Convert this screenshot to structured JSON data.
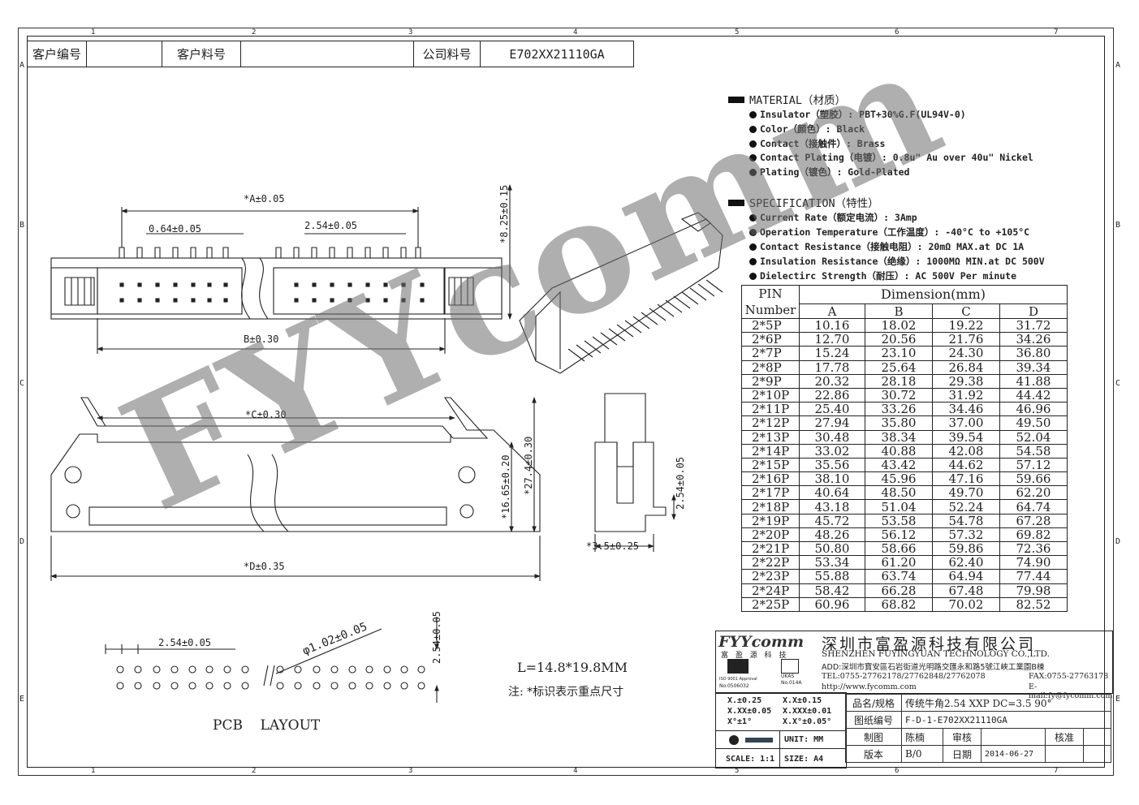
{
  "zones_h": [
    "1",
    "2",
    "3",
    "4",
    "5",
    "6",
    "7"
  ],
  "zones_v": [
    "A",
    "B",
    "C",
    "D",
    "E"
  ],
  "header": {
    "customer_no_label": "客户编号",
    "customer_no": "",
    "customer_part_label": "客户料号",
    "customer_part": "",
    "company_part_label": "公司料号",
    "company_part": "E702XX21110GA"
  },
  "material": {
    "title": "MATERIAL（材质）",
    "items": [
      "Insulator（塑胶）: PBT+30%G.F(UL94V-0)",
      "Color（颜色）: Black",
      "Contact（接触件）: Brass",
      "Contact Plating（电镀）: 0.8u\" Au  over 40u\" Nickel",
      "Plating（镀色）: Gold-Plated"
    ]
  },
  "specification": {
    "title": "SPECIFICATION（特性）",
    "items": [
      "Current Rate（额定电流）:  3Amp",
      "Operation Temperature（工作温度）: -40°C to +105°C",
      "Contact Resistance（接触电阻）: 20mΩ MAX.at DC 1A",
      "Insulation Resistance（绝缘）: 1000MΩ MIN.at DC 500V",
      "Dielectirc Strength（耐压）: AC 500V Per minute"
    ]
  },
  "dimension_table": {
    "pin_header_line1": "PIN",
    "pin_header_line2": "Number",
    "dimension_header": "Dimension(mm)",
    "columns": [
      "A",
      "B",
      "C",
      "D"
    ],
    "rows": [
      [
        "2*5P",
        "10.16",
        "18.02",
        "19.22",
        "31.72"
      ],
      [
        "2*6P",
        "12.70",
        "20.56",
        "21.76",
        "34.26"
      ],
      [
        "2*7P",
        "15.24",
        "23.10",
        "24.30",
        "36.80"
      ],
      [
        "2*8P",
        "17.78",
        "25.64",
        "26.84",
        "39.34"
      ],
      [
        "2*9P",
        "20.32",
        "28.18",
        "29.38",
        "41.88"
      ],
      [
        "2*10P",
        "22.86",
        "30.72",
        "31.92",
        "44.42"
      ],
      [
        "2*11P",
        "25.40",
        "33.26",
        "34.46",
        "46.96"
      ],
      [
        "2*12P",
        "27.94",
        "35.80",
        "37.00",
        "49.50"
      ],
      [
        "2*13P",
        "30.48",
        "38.34",
        "39.54",
        "52.04"
      ],
      [
        "2*14P",
        "33.02",
        "40.88",
        "42.08",
        "54.58"
      ],
      [
        "2*15P",
        "35.56",
        "43.42",
        "44.62",
        "57.12"
      ],
      [
        "2*16P",
        "38.10",
        "45.96",
        "47.16",
        "59.66"
      ],
      [
        "2*17P",
        "40.64",
        "48.50",
        "49.70",
        "62.20"
      ],
      [
        "2*18P",
        "43.18",
        "51.04",
        "52.24",
        "64.74"
      ],
      [
        "2*19P",
        "45.72",
        "53.58",
        "54.78",
        "67.28"
      ],
      [
        "2*20P",
        "48.26",
        "56.12",
        "57.32",
        "69.82"
      ],
      [
        "2*21P",
        "50.80",
        "58.66",
        "59.86",
        "72.36"
      ],
      [
        "2*22P",
        "53.34",
        "61.20",
        "62.40",
        "74.90"
      ],
      [
        "2*23P",
        "55.88",
        "63.74",
        "64.94",
        "77.44"
      ],
      [
        "2*24P",
        "58.42",
        "66.28",
        "67.48",
        "79.98"
      ],
      [
        "2*25P",
        "60.96",
        "68.82",
        "70.02",
        "82.52"
      ]
    ]
  },
  "dims": {
    "a": "*A±0.05",
    "pitch_small": "0.64±0.05",
    "pitch": "2.54±0.05",
    "height": "*8.25±0.15",
    "b": "B±0.30",
    "c": "*C±0.30",
    "d": "*D±0.35",
    "h1": "*16.65±0.20",
    "h2": "*27.4±0.30",
    "side_pitch": "2.54±0.05",
    "side_w": "*3.5±0.25",
    "pcb_pitch": "2.54±0.05",
    "pcb_hole": "φ1.02±0.05",
    "pcb_vpitch": "2.54±0.05"
  },
  "notes": {
    "l_size": "L=14.8*19.8MM",
    "remark": "注: *标识表示重点尺寸",
    "pcb_layout": "PCB    LAYOUT"
  },
  "watermark": "FYYcomm",
  "company": {
    "logo_text": "FYYcomm",
    "logo_sub": "富 盈 源 科 技",
    "name_cn": "深圳市富盈源科技有限公司",
    "name_en": "SHENZHEN FUYINGYUAN TECHNOLOGY CO.,LTD.",
    "address": "ADD:深圳市寶安區石岩街道光明路交匯永和路5號江峽工業園B棟",
    "tel": "TEL:0755-27762178/27762848/27762078",
    "fax": "FAX:0755-27763178",
    "web": "http://www.fycomm.com",
    "email": "E-mail:fy@fycomm.com",
    "cert_no": "No.0506032",
    "cert_iso": "ISO 9001 Approval",
    "ukas_no": "No.014A",
    "ukas": "UKAS"
  },
  "tolerances": {
    "t1": "X.±0.25",
    "t2": "X.X±0.15",
    "t3": "X.XX±0.05",
    "t4": "X.XXX±0.01",
    "t5": "X°±1°",
    "t6": "X.X°±0.05°",
    "unit": "UNIT: MM",
    "scale": "SCALE: 1:1",
    "size": "SIZE: A4"
  },
  "titleblock": {
    "name_label": "品名/规格",
    "name_value": "传统牛角2.54  XXP  DC=3.5  90°",
    "drawing_no_label": "图纸编号",
    "drawing_no": "F-D-1-E702XX21110GA",
    "drawn_label": "制图",
    "drawn_by": "陈楠",
    "check_label": "审核",
    "check_by": "",
    "approve_label": "核准",
    "approve_by": "",
    "version_label": "版本",
    "version": "B/0",
    "date_label": "日期",
    "date": "2014-06-27"
  }
}
